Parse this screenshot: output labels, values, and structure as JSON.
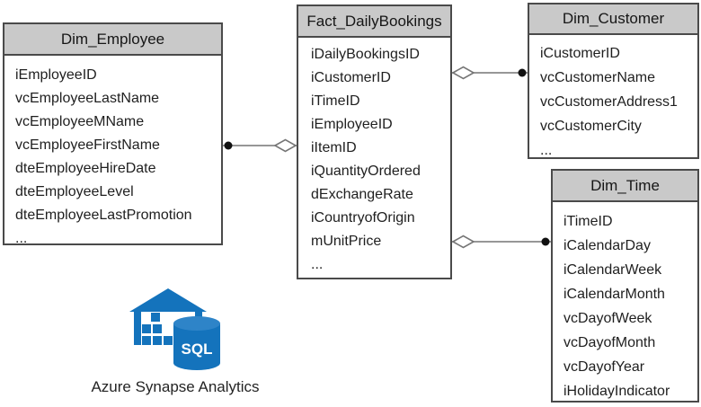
{
  "diagram": {
    "type": "star-schema-erd",
    "tables": [
      {
        "id": "dim_employee",
        "title": "Dim_Employee",
        "fields": [
          "iEmployeeID",
          "vcEmployeeLastName",
          "vcEmployeeMName",
          "vcEmployeeFirstName",
          "dteEmployeeHireDate",
          "dteEmployeeLevel",
          "dteEmployeeLastPromotion",
          "..."
        ]
      },
      {
        "id": "fact_dailybookings",
        "title": "Fact_DailyBookings",
        "fields": [
          "iDailyBookingsID",
          "iCustomerID",
          "iTimeID",
          "iEmployeeID",
          "iItemID",
          "iQuantityOrdered",
          "dExchangeRate",
          "iCountryofOrigin",
          "mUnitPrice",
          "..."
        ]
      },
      {
        "id": "dim_customer",
        "title": "Dim_Customer",
        "fields": [
          "iCustomerID",
          "vcCustomerName",
          "vcCustomerAddress1",
          "vcCustomerCity",
          "..."
        ]
      },
      {
        "id": "dim_time",
        "title": "Dim_Time",
        "fields": [
          "iTimeID",
          "iCalendarDay",
          "iCalendarWeek",
          "iCalendarMonth",
          "vcDayofWeek",
          "vcDayofMonth",
          "vcDayofYear",
          "iHolidayIndicator"
        ]
      }
    ],
    "relationships": [
      {
        "from_table": "Dim_Employee",
        "to_table": "Fact_DailyBookings",
        "from_marker": "filled-circle",
        "to_marker": "open-diamond"
      },
      {
        "from_table": "Dim_Customer",
        "to_table": "Fact_DailyBookings",
        "from_marker": "filled-circle",
        "to_marker": "open-diamond"
      },
      {
        "from_table": "Dim_Time",
        "to_table": "Fact_DailyBookings",
        "from_marker": "filled-circle",
        "to_marker": "open-diamond"
      }
    ],
    "colors": {
      "header_bg": "#c9c9c9",
      "box_border": "#4a4a4a",
      "connector": "#757575",
      "marker_fill": "#111111"
    }
  },
  "logo": {
    "label": "Azure Synapse Analytics",
    "badge": "SQL",
    "colors": {
      "blue": "#1473bc",
      "cylinder_top": "#2e84c8",
      "badge_text": "#ffffff"
    }
  }
}
